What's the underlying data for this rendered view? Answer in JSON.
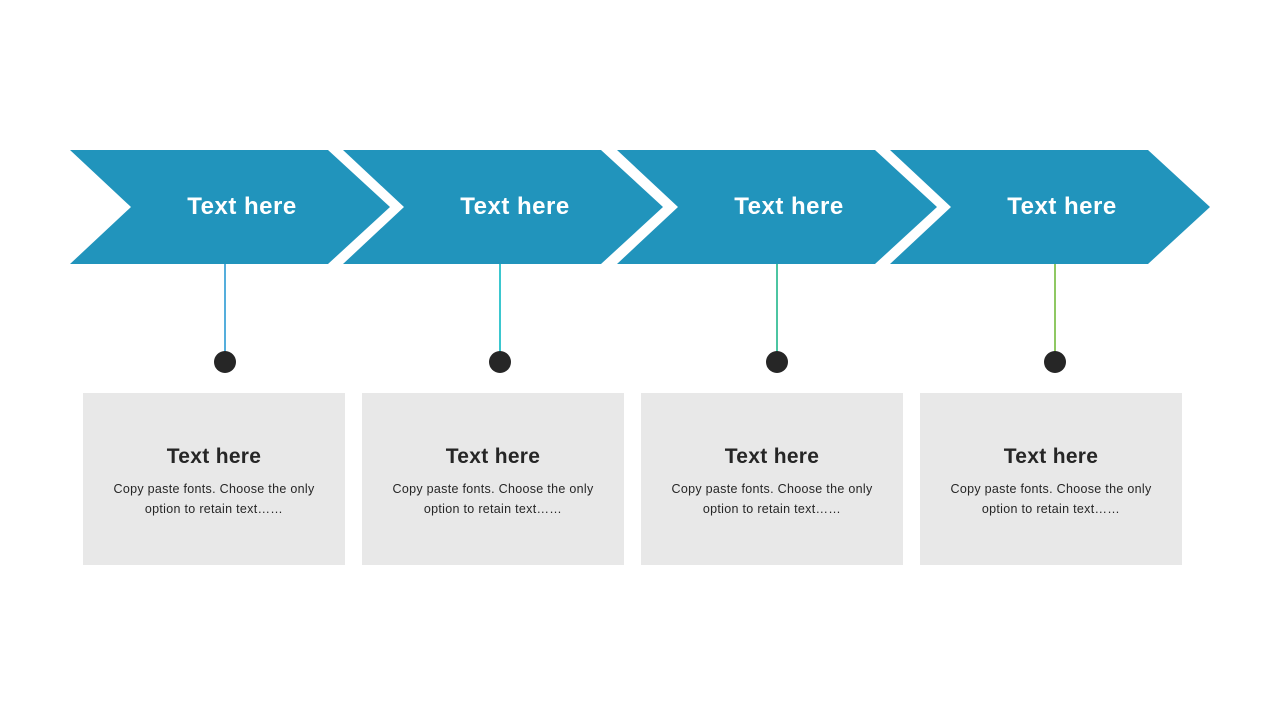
{
  "colors": {
    "arrow_fill": "#2194BC",
    "dot": "#262626",
    "card_bg": "#E8E8E8"
  },
  "steps": [
    {
      "arrow_label": "Text here",
      "connector_color": "#55AEDC",
      "card_title": "Text here",
      "card_body": "Copy paste fonts. Choose the only option to retain text……"
    },
    {
      "arrow_label": "Text here",
      "connector_color": "#3BC7CF",
      "card_title": "Text here",
      "card_body": "Copy paste fonts. Choose the only option to retain text……"
    },
    {
      "arrow_label": "Text here",
      "connector_color": "#4CC5A2",
      "card_title": "Text here",
      "card_body": "Copy paste fonts. Choose the only option to retain text……"
    },
    {
      "arrow_label": "Text here",
      "connector_color": "#8FC863",
      "card_title": "Text here",
      "card_body": "Copy paste fonts. Choose the only option to retain text……"
    }
  ]
}
